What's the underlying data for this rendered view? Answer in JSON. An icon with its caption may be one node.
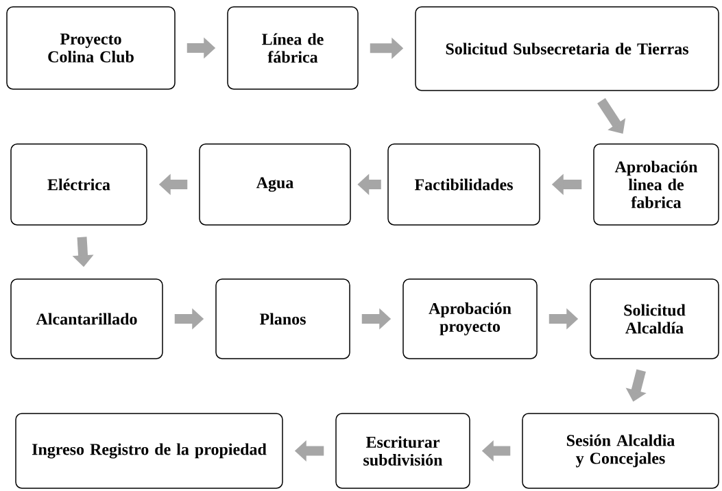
{
  "diagram": {
    "nodes": [
      {
        "text": [
          "Proyecto Colina Club"
        ]
      },
      {
        "text": [
          "Línea de fábrica"
        ]
      },
      {
        "text": [
          "Solicitud Subsecretaria de Tierras"
        ]
      },
      {
        "text": [
          "Aprobación linea de fabrica"
        ]
      },
      {
        "text": [
          "Factibilidades"
        ]
      },
      {
        "text": [
          "Agua"
        ]
      },
      {
        "text": [
          "Eléctrica"
        ]
      },
      {
        "text": [
          "Alcantarillado"
        ]
      },
      {
        "text": [
          "Planos"
        ]
      },
      {
        "text": [
          "Aprobación proyecto"
        ]
      },
      {
        "text": [
          "Solicitud Alcaldía"
        ]
      },
      {
        "text": [
          "Sesión Alcaldia y Concejales"
        ]
      },
      {
        "text": [
          "Escriturar subdivisión"
        ]
      },
      {
        "text": [
          "Ingreso Registro de la propiedad"
        ]
      }
    ],
    "edges": [
      {
        "from": 0,
        "to": 1,
        "arrow": "to"
      },
      {
        "from": 1,
        "to": 2,
        "arrow": "to"
      },
      {
        "from": 2,
        "to": 3,
        "arrow": "to"
      },
      {
        "from": 3,
        "to": 4,
        "arrow": "to"
      },
      {
        "from": 4,
        "to": 5,
        "arrow": "to"
      },
      {
        "from": 5,
        "to": 6,
        "arrow": "to"
      },
      {
        "from": 6,
        "to": 7,
        "arrow": "to"
      },
      {
        "from": 7,
        "to": 8,
        "arrow": "to"
      },
      {
        "from": 8,
        "to": 9,
        "arrow": "to"
      },
      {
        "from": 9,
        "to": 10,
        "arrow": "to"
      },
      {
        "from": 10,
        "to": 11,
        "arrow": "to"
      },
      {
        "from": 11,
        "to": 12,
        "arrow": "to"
      },
      {
        "from": 12,
        "to": 13,
        "arrow": "to"
      }
    ]
  }
}
